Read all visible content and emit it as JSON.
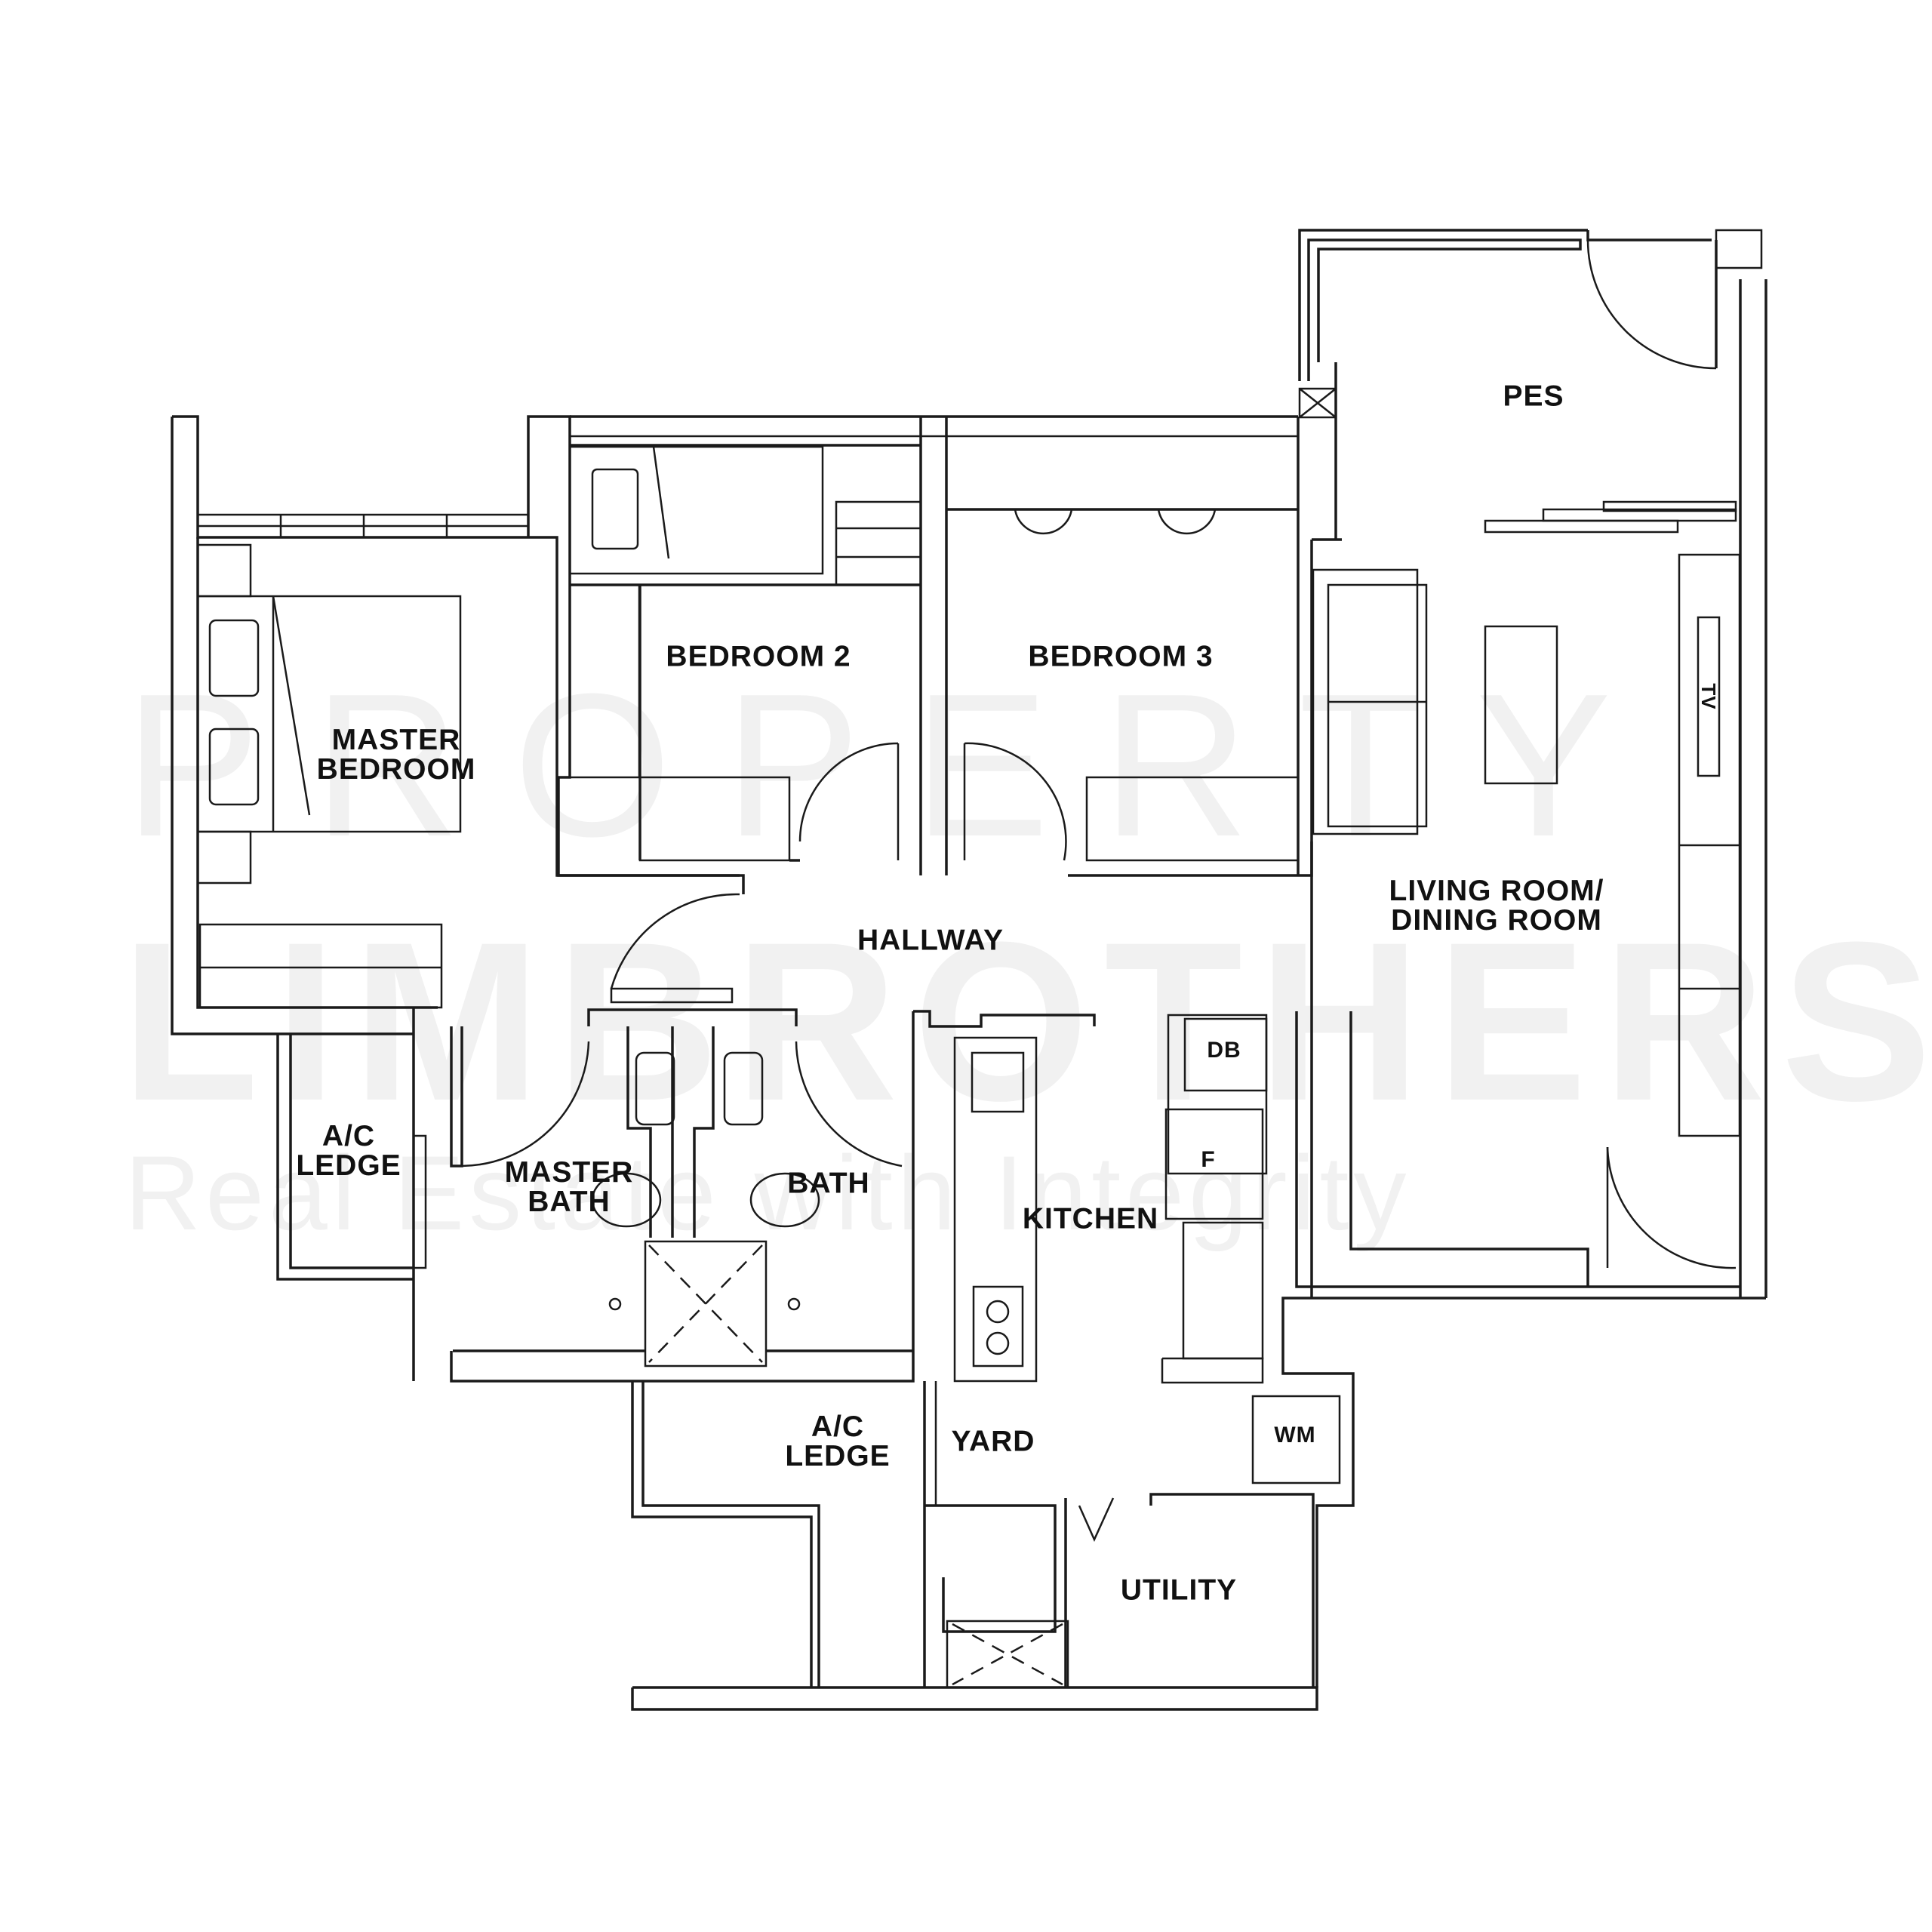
{
  "watermark": {
    "line1": "PROPERTY",
    "line2": "LIMBROTHERS",
    "line3": "Real Estate with Integrity"
  },
  "rooms": {
    "master_bedroom": "MASTER\nBEDROOM",
    "bedroom2": "BEDROOM 2",
    "bedroom3": "BEDROOM 3",
    "pes": "PES",
    "living_dining": "LIVING ROOM/\nDINING ROOM",
    "hallway": "HALLWAY",
    "ac_ledge_left": "A/C\nLEDGE",
    "master_bath": "MASTER\nBATH",
    "bath": "BATH",
    "kitchen": "KITCHEN",
    "ac_ledge_bottom": "A/C\nLEDGE",
    "yard": "YARD",
    "utility": "UTILITY"
  },
  "fixtures": {
    "tv": "TV",
    "db": "DB",
    "fridge": "F",
    "washing_machine": "WM"
  },
  "colors": {
    "line": "#1a1a1a",
    "background": "#ffffff",
    "watermark": "#f1f1f1"
  }
}
